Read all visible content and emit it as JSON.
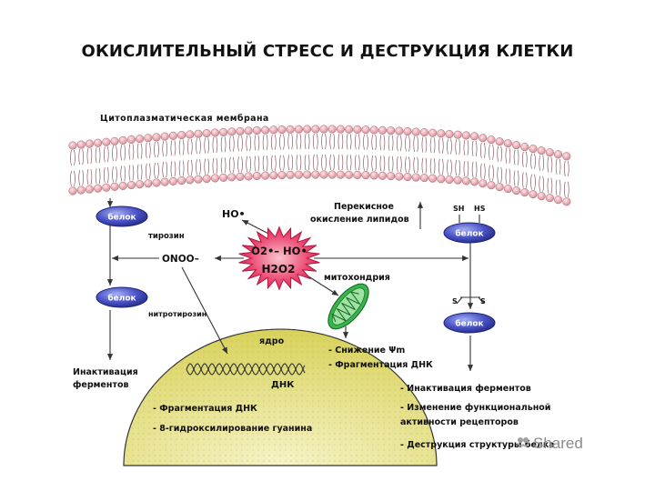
{
  "slide": {
    "title": "ОКИСЛИТЕЛЬНЫЙ СТРЕСС И ДЕСТРУКЦИЯ КЛЕТКИ"
  },
  "diagram": {
    "membrane_label": "Цитоплазматическая мембрана",
    "protein_label": "белок",
    "ho_radical": "HO•",
    "lipid_peroxidation": "Перекисное окисление липидов",
    "sh_left": "SH",
    "sh_right": "HS",
    "tyrosine": "тирозин",
    "peroxynitrite": "ONOO–",
    "star_line1": "O2•– HO•",
    "star_line2": "H2O2",
    "mitochondria": "митохондрия",
    "nitrotyrosine": "нитротирозин",
    "s_left": "S",
    "s_right": "S",
    "nucleus": "ядро",
    "dna": "ДНК",
    "mito_effects": [
      "- Снижение Ψm",
      "- Фрагментация ДНК"
    ],
    "inactivation_left": [
      "Инактивация",
      "ферментов"
    ],
    "nucleus_effects": [
      "- Фрагментация ДНК",
      "- 8-гидроксилирование гуанина"
    ],
    "protein_effects": [
      "- Инактивация ферментов",
      "- Изменение функциональной",
      "активности рецепторов",
      "- Деструкция структуры белка"
    ]
  },
  "colors": {
    "protein_fill": "#3f45b8",
    "star_fill": "#e8305e",
    "nucleus_fill": "#dcd870",
    "mito_fill": "#35b54a",
    "lipid_head": "#e8a0a8"
  },
  "watermark": {
    "text": "Shared",
    "icon": "slideshare-logo-icon"
  }
}
